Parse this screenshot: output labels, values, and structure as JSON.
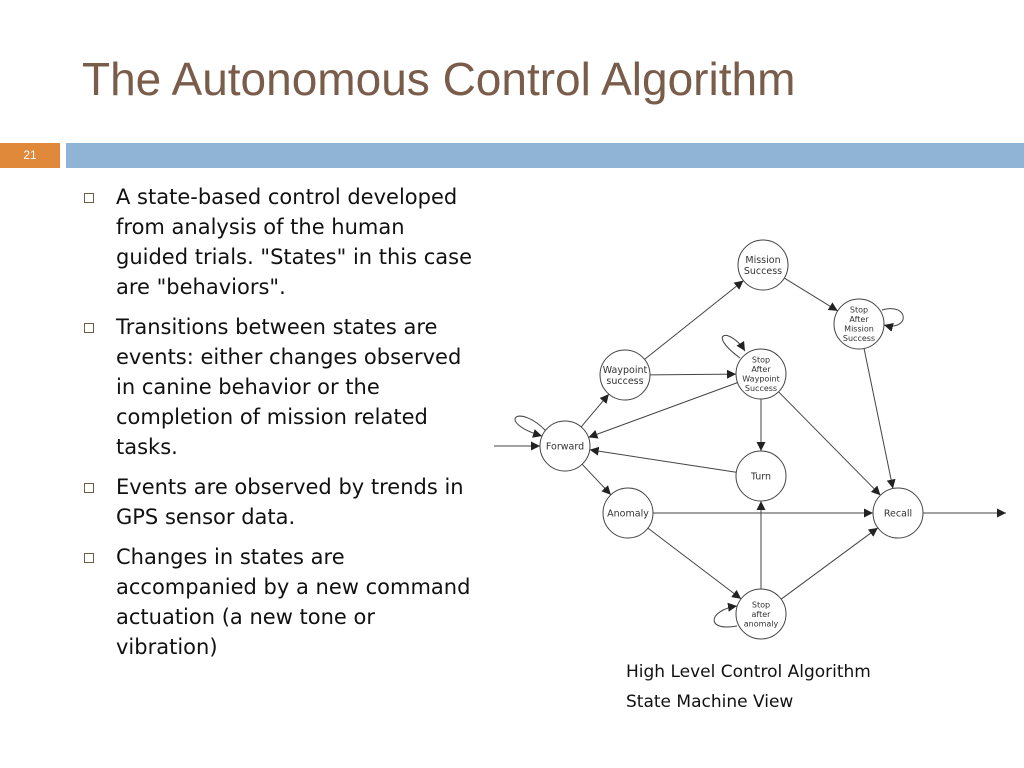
{
  "slide": {
    "title": "The Autonomous Control Algorithm",
    "number": "21"
  },
  "bullets": [
    "A state-based control developed from analysis of the human guided trials.  \"States\" in this case are \"behaviors\".",
    "Transitions between states are events: either changes observed in canine behavior or the completion of mission related tasks.",
    "Events are observed by trends in GPS sensor data.",
    "Changes in states are accompanied by a new command actuation (a new tone or vibration)"
  ],
  "diagram": {
    "nodes": {
      "forward": [
        "Forward"
      ],
      "waypoint_success": [
        "Waypoint",
        "success"
      ],
      "mission_success": [
        "Mission",
        "Success"
      ],
      "stop_after_mission": [
        "Stop",
        "After",
        "Mission",
        "Success"
      ],
      "stop_after_waypoint": [
        "Stop",
        "After",
        "Waypoint",
        "Success"
      ],
      "turn": [
        "Turn"
      ],
      "anomaly": [
        "Anomaly"
      ],
      "recall": [
        "Recall"
      ],
      "stop_after_anomaly": [
        "Stop",
        "after",
        "anomaly"
      ]
    }
  },
  "caption": {
    "line1": "High Level Control Algorithm",
    "line2": "State Machine View"
  }
}
